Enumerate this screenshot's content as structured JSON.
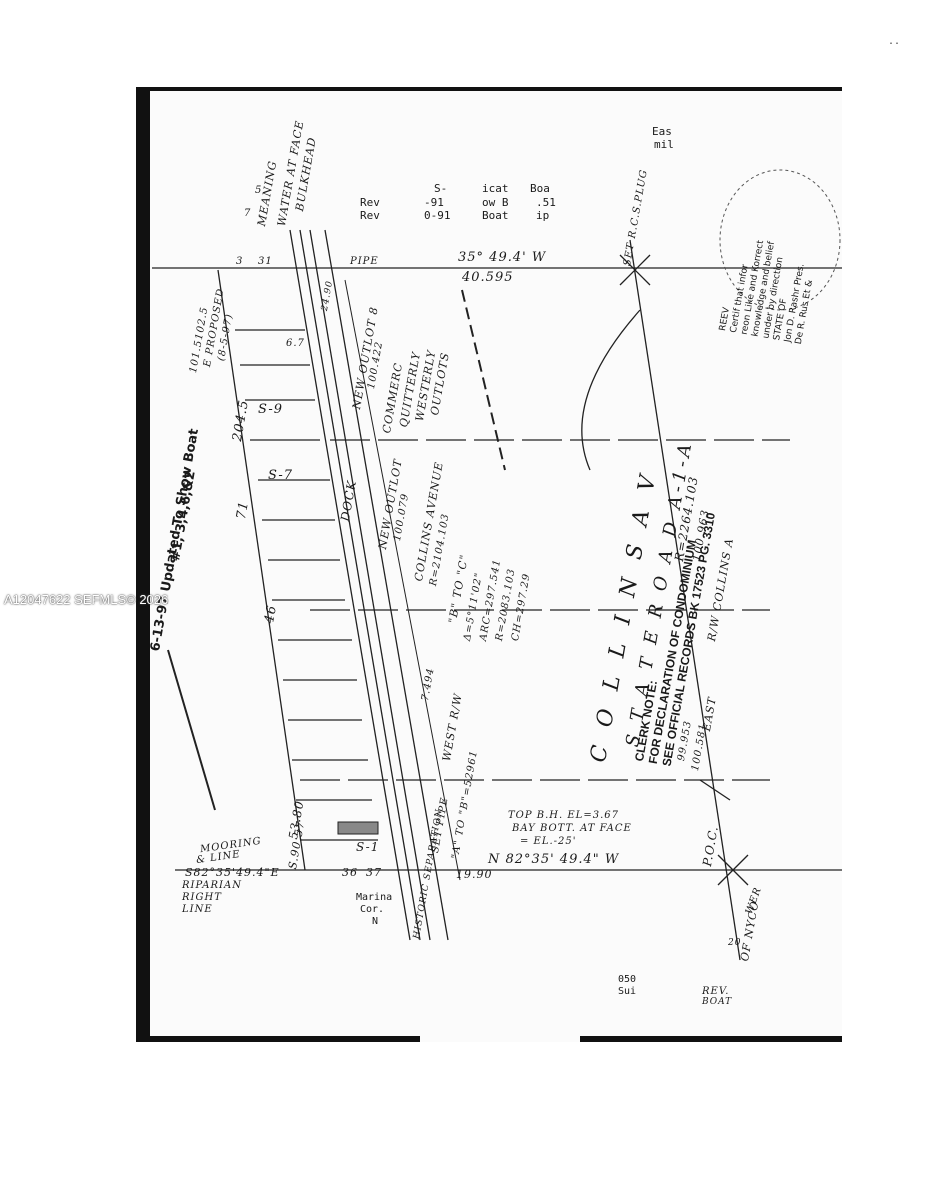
{
  "page": {
    "corner_mark": "..",
    "watermark": "A12047622  SEFMLS© 2026"
  },
  "header_table": {
    "row0": [
      "S-",
      "icat",
      "Boa"
    ],
    "row1": [
      "Rev",
      "-91",
      "ow B",
      ".51"
    ],
    "row2": [
      "Rev",
      "0-91",
      "Boat",
      "ip"
    ],
    "corner_top": "Eas",
    "corner_bottom": "mil"
  },
  "title_block": {
    "line1": "6-13-97 Updated To Show Boat",
    "line2": "#1, 3,4,6,&2"
  },
  "surveyor_block": {
    "lines": [
      "REEV",
      "Certif that infor",
      "reon Like and Korrect",
      "knowledge and belief",
      "under by direction",
      "STATE OF",
      "Jon D. Rashr Pres.",
      "De R. Rus Et &"
    ]
  },
  "clerk_note": {
    "line1": "CLERK NOTE:",
    "line2": "FOR DECLARATION OF CONDOMINIUM",
    "line3": "SEE OFFICIAL RECORDS BK 17523 PG. 3310"
  },
  "annotations": {
    "meaning": "MEANING",
    "water_face": "WATER AT FACE",
    "bulkhead": "BULKHEAD",
    "bearing_top": "35° 49.4' W",
    "dist_top": "40.595",
    "set_rcs": "SET R.C.S.PLUG",
    "commerc": "COMMERC",
    "quitterly": "QUITTERLY",
    "westerly": "WESTERLY",
    "outlots": "OUTLOTS",
    "new_outlot_top": "NEW OUTLOT 8",
    "dist_100": "100.422",
    "new_outlot_mid": "NEW OUTLOT",
    "dist_100b": "100.079",
    "collins_avenue": "COLLINS AVENUE",
    "r_2104": "R=2104.103",
    "collins_av": "C O L L I N S   A V",
    "state_road": "S T A T E   R O A D   A-1-A",
    "r_2264": "R=2264.103",
    "dist_100963": "100.963",
    "rw_collins": "R/W COLLINS A",
    "east": "EAST",
    "dist_99": "99.953",
    "dist_100581": "100.581",
    "b_to_c": "\"B\" TO \"C\"",
    "curve1": "Δ=5°11'02\"",
    "curve2": "ARC=297.541",
    "curve3": "R=2083.103",
    "curve4": "CH=297.29",
    "west_rw": "WEST R/W",
    "dist_7494": "7.494",
    "set_pipe": "SET PIPE",
    "a_to_b": "\"A\" TO \"B\"=52961",
    "top_bh": "TOP B.H. EL=3.67",
    "bay_bott": "BAY BOTT. AT FACE",
    "el_25": "= EL.-25'",
    "bearing_bot": "N 82°35' 49.4\" W",
    "poc": "P.O.C.",
    "mooring": "MOORING",
    "line_label": "& LINE",
    "bearing_left": "S82°35'49.4\"E",
    "riparian1": "RIPARIAN",
    "riparian2": "RIGHT",
    "riparian3": "LINE",
    "dist_36": "36",
    "dist_37": "37",
    "dist_1990": "19.90",
    "marina1": "Marina",
    "marina2": "Cor.",
    "marina3": "N",
    "historic": "HISTORIC SEPARATION",
    "dist_5380": "53.80",
    "s9057": "S.90.57",
    "label_s9": "S-9",
    "label_s7": "S-7",
    "label_s1": "S-1",
    "dist_2045": "204.5",
    "dist_46": "46",
    "label_71": "71",
    "proposed1": "101.5102.5",
    "proposed2": "E PROPOSED",
    "proposed3": "(8-5-97)",
    "dock": "DOCK",
    "line_31": "31",
    "line_3": "3",
    "line_5": "5",
    "line_7": "7",
    "pipe": "PIPE",
    "dist_24": "24.90",
    "dist_67": "6.7",
    "rev_boat1": "REV.",
    "rev_boat2": "BOAT",
    "bottom_code1": "050",
    "bottom_code2": "Sui",
    "of_nyco": "OF NYCO",
    "wer": "WER",
    "dist_20": "20"
  }
}
